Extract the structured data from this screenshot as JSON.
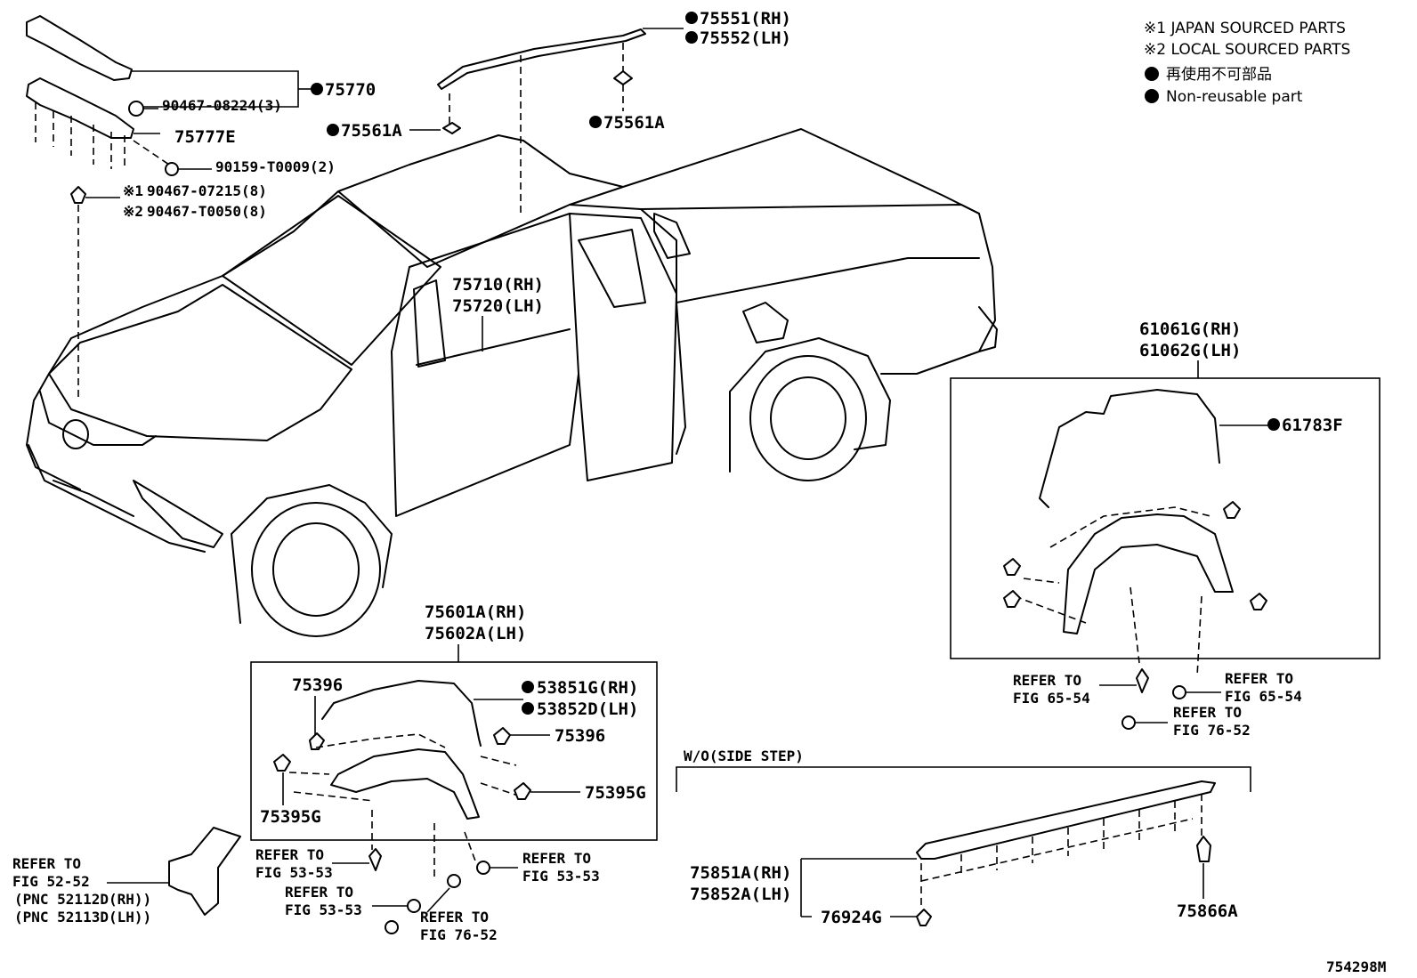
{
  "legend": {
    "note1": "※1 JAPAN SOURCED PARTS",
    "note2": "※2 LOCAL SOURCED PARTS",
    "nonreusable_jp": "再使用不可部品",
    "nonreusable_en": "Non-reusable part"
  },
  "labels": {
    "p75551": "75551(RH)",
    "p75552": "75552(LH)",
    "p75770": "75770",
    "p90467_08224": "90467-08224(3)",
    "p75777E": "75777E",
    "p90159": "90159-T0009(2)",
    "p90467_07215": "90467-07215(8)",
    "p90467_T0050": "90467-T0050(8)",
    "m1": "※1",
    "m2": "※2",
    "p75561A_left": "75561A",
    "p75561A_right": "75561A",
    "p75710": "75710(RH)",
    "p75720": "75720(LH)",
    "p61061G": "61061G(RH)",
    "p61062G": "61062G(LH)",
    "p61783F": "61783F",
    "ref_65_54_a1": "REFER TO",
    "ref_65_54_a2": "FIG 65-54",
    "ref_65_54_b1": "REFER TO",
    "ref_65_54_b2": "FIG 65-54",
    "ref_76_52_a1": "REFER TO",
    "ref_76_52_a2": "FIG 76-52",
    "p75601A": "75601A(RH)",
    "p75602A": "75602A(LH)",
    "p75396_a": "75396",
    "p53851G": "53851G(RH)",
    "p53852D": "53852D(LH)",
    "p75396_b": "75396",
    "p75395G_a": "75395G",
    "p75395G_b": "75395G",
    "ref_53_53_a1": "REFER TO",
    "ref_53_53_a2": "FIG 53-53",
    "ref_53_53_b1": "REFER TO",
    "ref_53_53_b2": "FIG 53-53",
    "ref_53_53_c1": "REFER TO",
    "ref_53_53_c2": "FIG 53-53",
    "ref_76_52_b1": "REFER TO",
    "ref_76_52_b2": "FIG 76-52",
    "ref_52_52_1": "REFER TO",
    "ref_52_52_2": "FIG 52-52",
    "pnc_rh": "(PNC 52112D(RH))",
    "pnc_lh": "(PNC 52113D(LH))",
    "wo_side_step": "W/O(SIDE STEP)",
    "p75851A": "75851A(RH)",
    "p75852A": "75852A(LH)",
    "p76924G": "76924G",
    "p75866A": "75866A",
    "figure_id": "754298M"
  }
}
